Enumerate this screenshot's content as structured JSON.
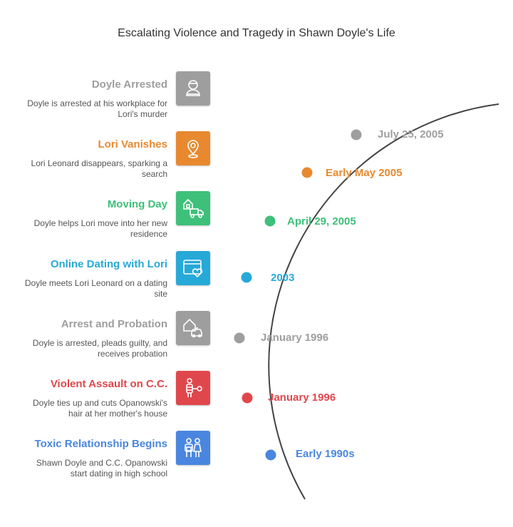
{
  "title": "Escalating Violence and Tragedy in Shawn Doyle's Life",
  "events": [
    {
      "title": "Doyle Arrested",
      "description": "Doyle is arrested at his workplace for Lori's murder",
      "date": "July 25, 2005",
      "color": "#9e9e9e",
      "icon": "arrested-person-icon"
    },
    {
      "title": "Lori Vanishes",
      "description": "Lori Leonard disappears, sparking a search",
      "date": "Early May 2005",
      "color": "#e8892f",
      "icon": "location-pin-icon"
    },
    {
      "title": "Moving Day",
      "description": "Doyle helps Lori move into her new residence",
      "date": "April 29, 2005",
      "color": "#3ec07a",
      "icon": "moving-truck-icon"
    },
    {
      "title": "Online Dating with Lori",
      "description": "Doyle meets Lori Leonard on a dating site",
      "date": "2003",
      "color": "#27a9d8",
      "icon": "dating-heart-icon"
    },
    {
      "title": "Arrest and Probation",
      "description": "Doyle is arrested, pleads guilty, and receives probation",
      "date": "January 1996",
      "color": "#9e9e9e",
      "icon": "house-police-car-icon"
    },
    {
      "title": "Violent Assault on C.C.",
      "description": "Doyle ties up and cuts Opanowski's hair at her mother's house",
      "date": "January 1996",
      "color": "#e0474c",
      "icon": "tied-person-icon"
    },
    {
      "title": "Toxic Relationship Begins",
      "description": "Shawn Doyle and C.C. Opanowski start dating in high school",
      "date": "Early 1990s",
      "color": "#4a86e0",
      "icon": "couple-icon"
    }
  ]
}
